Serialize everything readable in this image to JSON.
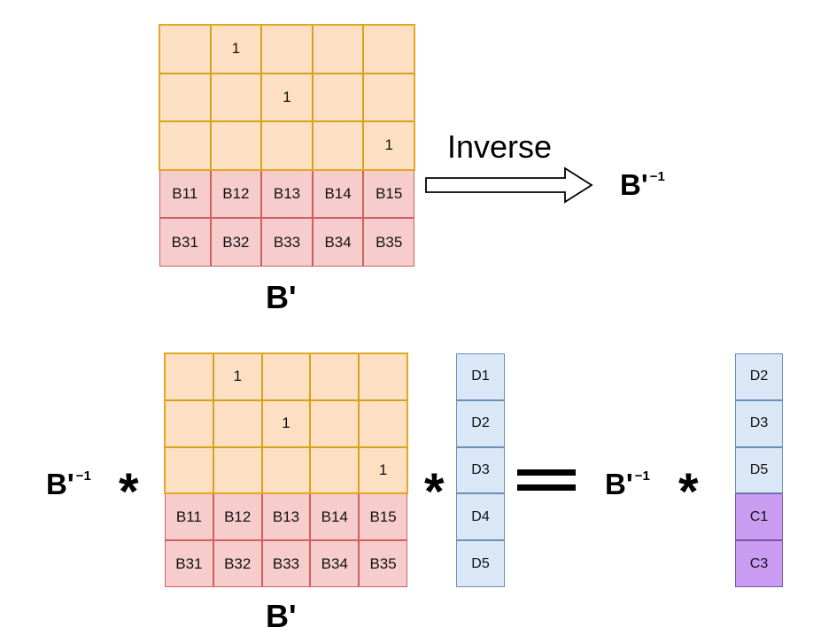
{
  "top": {
    "matrix_rows": [
      [
        "",
        "1",
        "",
        "",
        ""
      ],
      [
        "",
        "",
        "1",
        "",
        ""
      ],
      [
        "",
        "",
        "",
        "",
        "1"
      ],
      [
        "B11",
        "B12",
        "B13",
        "B14",
        "B15"
      ],
      [
        "B31",
        "B32",
        "B33",
        "B34",
        "B35"
      ]
    ],
    "matrix_label": "B'",
    "arrow_label": "Inverse",
    "result_label": "B'",
    "result_sup": "−1"
  },
  "bottom": {
    "lhs_label": "B'",
    "lhs_sup": "−1",
    "op1": "*",
    "matrix_rows": [
      [
        "",
        "1",
        "",
        "",
        ""
      ],
      [
        "",
        "",
        "1",
        "",
        ""
      ],
      [
        "",
        "",
        "",
        "",
        "1"
      ],
      [
        "B11",
        "B12",
        "B13",
        "B14",
        "B15"
      ],
      [
        "B31",
        "B32",
        "B33",
        "B34",
        "B35"
      ]
    ],
    "matrix_label": "B'",
    "op2": "*",
    "vector_left": [
      "D1",
      "D2",
      "D3",
      "D4",
      "D5"
    ],
    "rhs_label": "B'",
    "rhs_sup": "−1",
    "op3": "*",
    "vector_right": [
      "D2",
      "D3",
      "D5",
      "C1",
      "C3"
    ],
    "vector_right_highlight": [
      false,
      false,
      false,
      true,
      true
    ]
  }
}
